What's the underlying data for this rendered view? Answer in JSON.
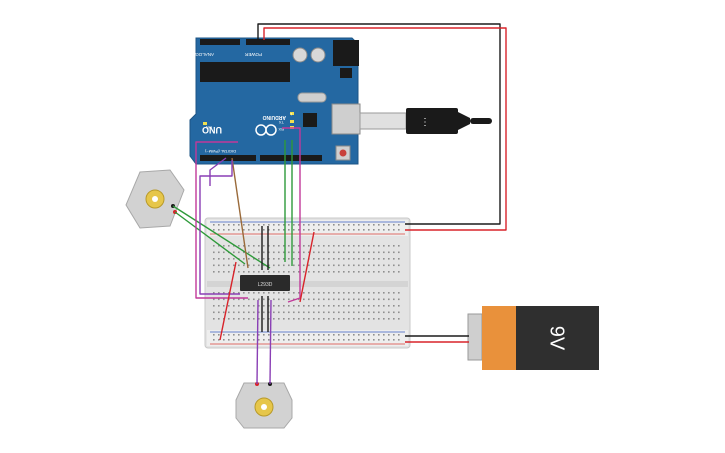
{
  "arduino": {
    "brand": "ARDUINO",
    "model": "UNO",
    "power_header": "POWER",
    "analog_header": "ANALOG IN",
    "digital_header": "DIGITAL (PWM~)",
    "led_on": "ON",
    "led_tx": "TX",
    "led_rx": "RX",
    "led_l": "L"
  },
  "chip": {
    "label": "L293D"
  },
  "battery": {
    "label": "9V",
    "body_color": "#2f2f2f",
    "cap_color": "#e9913b"
  },
  "colors": {
    "board": "#2468a2",
    "breadboard": "#e6e6e6",
    "rail_red": "#d8403a",
    "rail_blue": "#3a5fc4",
    "wire_red": "#d8232a",
    "wire_black": "#1b1b1b",
    "wire_green": "#2e9a3a",
    "wire_purple": "#8a3fb5",
    "wire_magenta": "#c1399a",
    "wire_brown": "#9a6a3a"
  }
}
